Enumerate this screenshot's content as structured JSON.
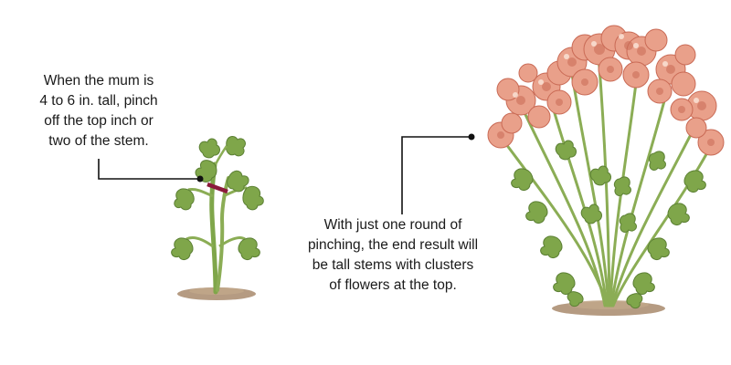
{
  "annotations": {
    "pinch_instruction": {
      "lines": [
        "When the mum is",
        "4 to 6 in. tall, pinch",
        "off the top inch or",
        "two of the stem."
      ]
    },
    "result_description": {
      "lines": [
        "With just one round of",
        "pinching, the end result will",
        "be tall stems with clusters",
        "of flowers at the top."
      ]
    }
  },
  "colors": {
    "pinch_mark": "#8b1a3a",
    "leaf": "#7fa64a",
    "leaf_dark": "#5c8034",
    "stem": "#8bad55",
    "soil": "#a88a6c",
    "flower": "#e9a08a",
    "flower_dark": "#c96a55",
    "callout_line": "#111111"
  },
  "icons": {
    "young_plant": "young-mum-seedling-illustration",
    "mature_plant": "mature-mum-flowering-illustration"
  }
}
